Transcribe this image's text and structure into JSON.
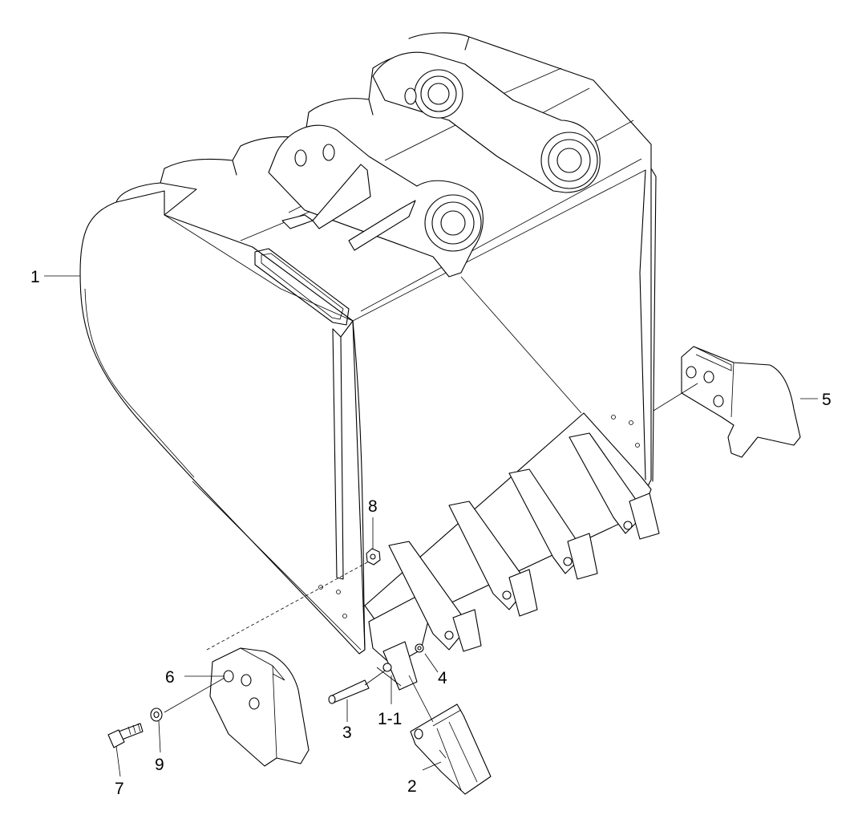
{
  "parts": [
    {
      "id": "p1",
      "label": "1"
    },
    {
      "id": "p1-1",
      "label": "1-1"
    },
    {
      "id": "p2",
      "label": "2"
    },
    {
      "id": "p3",
      "label": "3"
    },
    {
      "id": "p4",
      "label": "4"
    },
    {
      "id": "p5",
      "label": "5"
    },
    {
      "id": "p6",
      "label": "6"
    },
    {
      "id": "p7",
      "label": "7"
    },
    {
      "id": "p8",
      "label": "8"
    },
    {
      "id": "p9",
      "label": "9"
    }
  ]
}
